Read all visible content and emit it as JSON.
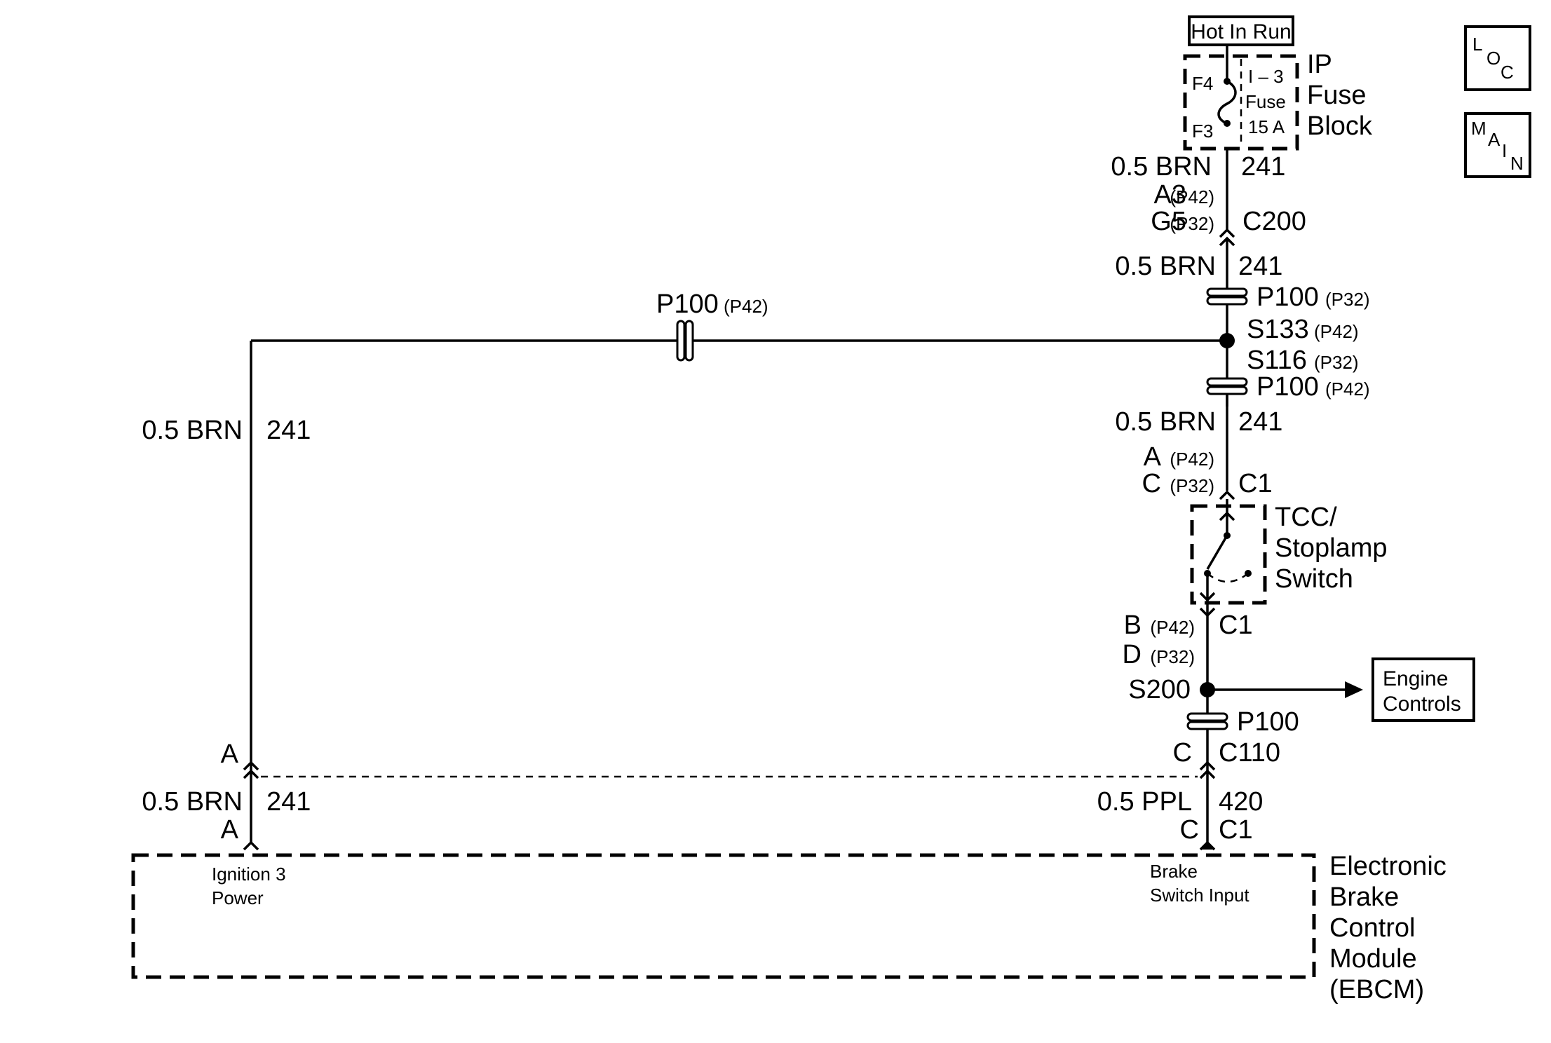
{
  "power": {
    "label": "Hot In Run"
  },
  "fuse_block": {
    "name_lines": [
      "IP",
      "Fuse",
      "Block"
    ],
    "terminal_top": "F4",
    "terminal_bottom": "F3",
    "fuse_name": "I – 3",
    "fuse_word": "Fuse",
    "fuse_rating": "15 A"
  },
  "nav": {
    "loc_letters": [
      "L",
      "O",
      "C"
    ],
    "main_letters": [
      "M",
      "A",
      "I",
      "N"
    ]
  },
  "wires": {
    "w1": {
      "gauge": "0.5 BRN",
      "circuit": "241"
    },
    "w2": {
      "gauge": "0.5 BRN",
      "circuit": "241"
    },
    "w3": {
      "gauge": "0.5 BRN",
      "circuit": "241"
    },
    "w4": {
      "gauge": "0.5 BRN",
      "circuit": "241"
    },
    "w5": {
      "gauge": "0.5 BRN",
      "circuit": "241"
    },
    "w6": {
      "gauge": "0.5 PPL",
      "circuit": "420"
    }
  },
  "connectors": {
    "c200": {
      "pin1": "A3",
      "variant1": "(P42)",
      "pin2": "G5",
      "variant2": "(P32)",
      "name": "C200"
    },
    "c1_top": {
      "pin1": "A",
      "variant1": "(P42)",
      "pin2": "C",
      "variant2": "(P32)",
      "name": "C1"
    },
    "c1_bottom": {
      "pin1": "B",
      "variant1": "(P42)",
      "pin2": "D",
      "variant2": "(P32)",
      "name": "C1"
    },
    "c110": {
      "pin": "C",
      "name": "C110"
    },
    "ebcm_right": {
      "pin": "C",
      "name": "C1"
    },
    "left_upper": {
      "pin": "A"
    },
    "left_lower": {
      "pin": "A"
    }
  },
  "passthroughs": {
    "p100_upper": {
      "name": "P100",
      "variant": "(P32)"
    },
    "p100_lower": {
      "name": "P100",
      "variant": "(P42)"
    },
    "p100_horizontal": {
      "name": "P100",
      "variant": "(P42)"
    },
    "p100_bottom": {
      "name": "P100"
    }
  },
  "splices": {
    "s133": {
      "name": "S133",
      "variant": "(P42)"
    },
    "s116": {
      "name": "S116",
      "variant": "(P32)"
    },
    "s200": {
      "name": "S200"
    }
  },
  "switch": {
    "name_lines": [
      "TCC/",
      "Stoplamp",
      "Switch"
    ]
  },
  "engine_controls": {
    "lines": [
      "Engine",
      "Controls"
    ]
  },
  "ebcm": {
    "name_lines": [
      "Electronic",
      "Brake",
      "Control",
      "Module",
      "(EBCM)"
    ],
    "left_terminal_lines": [
      "Ignition 3",
      "Power"
    ],
    "right_terminal_lines": [
      "Brake",
      "Switch Input"
    ]
  }
}
